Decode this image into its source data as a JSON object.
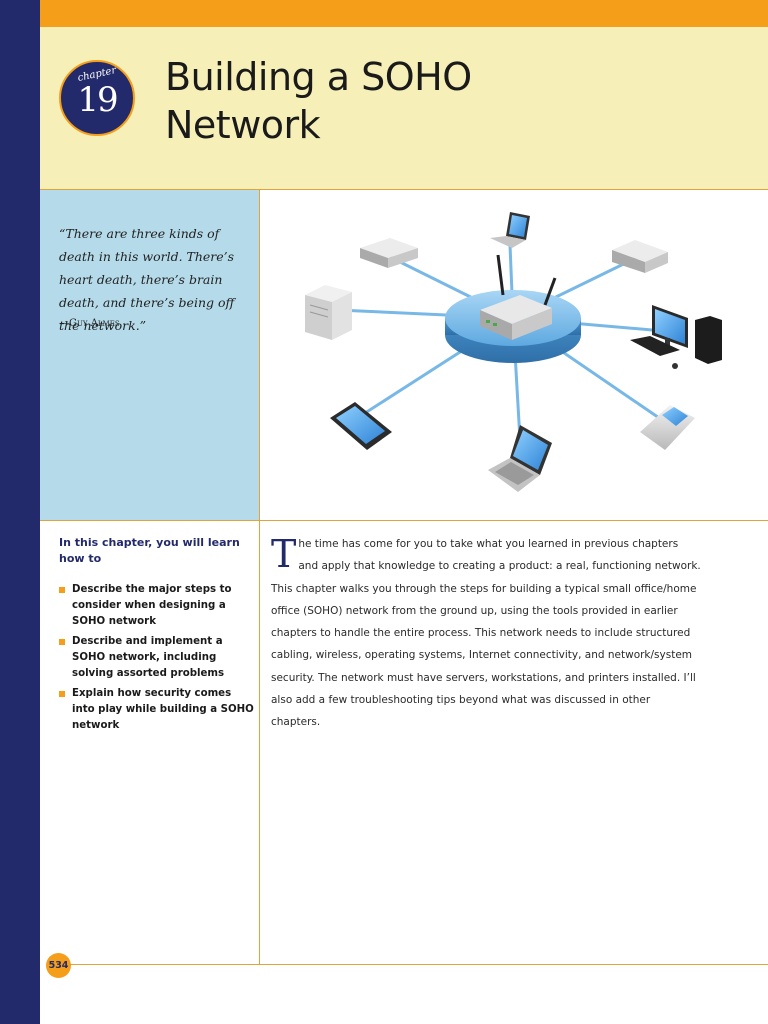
{
  "chapter": {
    "label": "chapter",
    "number": "19",
    "title_line1": "Building a SOHO",
    "title_line2": "Network"
  },
  "quote": {
    "text": "“There are three kinds of death in this world. There’s heart death, there’s brain death, and there’s being off the network.”",
    "author": "—Guy Almes"
  },
  "objectives": {
    "title": "In this chapter, you will learn how to",
    "items": [
      "Describe the major steps to consider when designing a SOHO network",
      "Describe and implement a SOHO network, including solving assorted problems",
      "Explain how security comes into play while building a SOHO network"
    ]
  },
  "body": {
    "dropcap": "T",
    "text": "he time has come for you to take what you learned in previous chapters and apply that knowledge to creating a product: a real, functioning network. This chapter walks you through the steps for building a typical small office/home office (SOHO) network from the ground up, using the tools provided in earlier chapters to handle the entire process. This network needs to include structured cabling, wireless, operating systems, Internet connectivity, and network/system security. The network must have servers, workstations, and printers installed. I’ll also add a few troubleshooting tips beyond what was discussed in other chapters."
  },
  "page_number": "534",
  "figure_icons": [
    "router-icon",
    "laptop-icon",
    "printer-icon",
    "server-icon",
    "desktop-computer-icon",
    "tablet-icon",
    "phone-icon"
  ],
  "colors": {
    "navy": "#232a6b",
    "orange": "#f59e19",
    "header_cream": "#f6f0b8",
    "panel_blue": "#b5dbea",
    "network_blue": "#6fb4e8"
  }
}
